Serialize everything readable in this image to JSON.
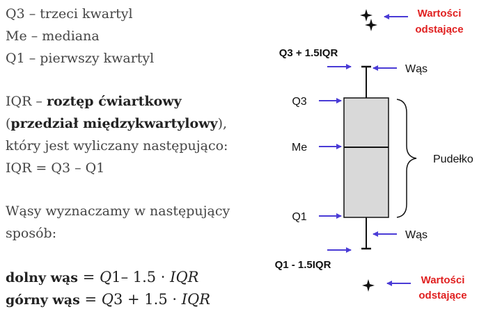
{
  "legend": {
    "q3": "Q3 – trzeci kwartyl",
    "me": "Me – mediana",
    "q1": "Q1 – pierwszy kwartyl"
  },
  "iqr": {
    "prefix": "IQR – ",
    "term": "roztęp ćwiartkowy",
    "open_paren": "(",
    "alt_term": "przedział międzykwartylowy",
    "close_paren": "),",
    "line3": "który jest wyliczany następująco:",
    "formula": "IQR = Q3 – Q1"
  },
  "whiskers_intro": {
    "line1": "Wąsy wyznaczamy w następujący",
    "line2": "sposób:"
  },
  "formulas": {
    "lower_label": "dolny wąs",
    "lower_eq": " = ",
    "lower_q": "Q",
    "lower_q_num": "1",
    "lower_rest": "– 1.5 · ",
    "lower_iqr": "IQR",
    "upper_label": "górny wąs",
    "upper_eq": " = ",
    "upper_q": "Q",
    "upper_q_num": "3",
    "upper_rest": " + 1.5 · ",
    "upper_iqr": "IQR"
  },
  "diagram": {
    "outliers_top": [
      "Wartości",
      "odstające"
    ],
    "outliers_bottom": [
      "Wartości",
      "odstające"
    ],
    "upper_fence": "Q3 + 1.5IQR",
    "lower_fence": "Q1 - 1.5IQR",
    "whisker_top": "Wąs",
    "whisker_bottom": "Wąs",
    "q3": "Q3",
    "me": "Me",
    "q1": "Q1",
    "box_label": "Pudełko",
    "colors": {
      "arrow": "#4a3bd6",
      "outlier_text": "#e02020",
      "box_fill": "#d9d9d9",
      "line": "#111111"
    }
  }
}
